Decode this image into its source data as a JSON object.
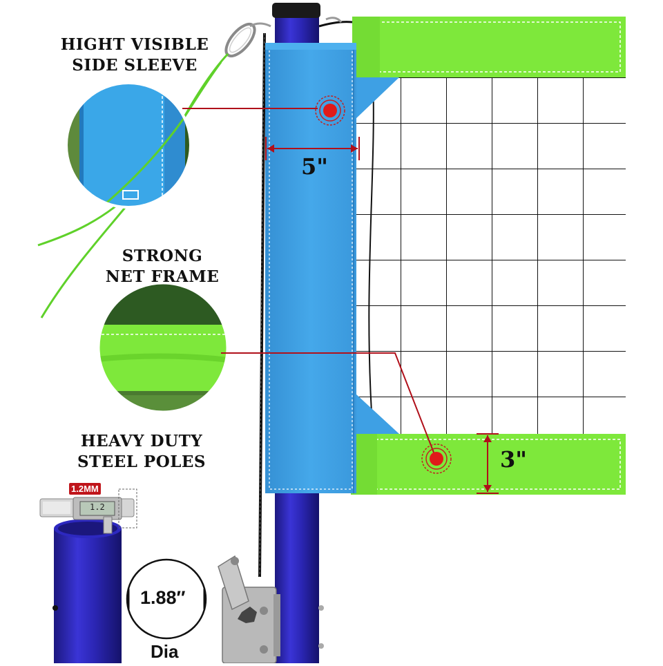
{
  "labels": {
    "sleeve": [
      "HIGHT VISIBLE",
      "SIDE SLEEVE"
    ],
    "frame": [
      "STRONG",
      "NET FRAME"
    ],
    "poles": [
      "HEAVY DUTY",
      "STEEL POLES"
    ]
  },
  "dimensions": {
    "sleeve_width": "5\"",
    "frame_height": "3\"",
    "caliper_reading": "1.2MM",
    "caliper_display": "1.2",
    "pole_diameter": "1.88″",
    "dia_label": "Dia"
  },
  "colors": {
    "sleeve_blue": "#3ea0e4",
    "frame_green": "#7ee83b",
    "pole_blue": "#2a25b8",
    "marker_red": "#e01a1a",
    "callout_line": "#b0101a"
  },
  "icons": [
    "carabiner-icon",
    "winch-icon"
  ]
}
